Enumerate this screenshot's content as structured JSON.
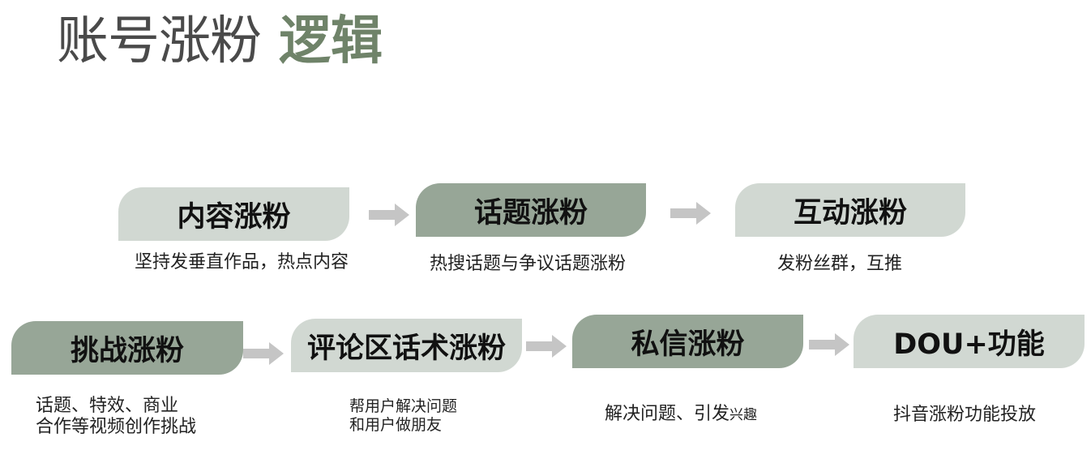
{
  "title": {
    "part1": "账号涨粉",
    "part2": "逻辑"
  },
  "row1": [
    {
      "label": "内容涨粉",
      "desc": "坚持发垂直作品，热点内容"
    },
    {
      "label": "话题涨粉",
      "desc": "热搜话题与争议话题涨粉"
    },
    {
      "label": "互动涨粉",
      "desc": "发粉丝群，互推"
    }
  ],
  "row2": [
    {
      "label": "挑战涨粉",
      "desc_line1": "话题、特效、商业",
      "desc_line2": "合作等视频创作挑战"
    },
    {
      "label": "评论区话术涨粉",
      "desc_line1": "帮用户解决问题",
      "desc_line2": "和用户做朋友"
    },
    {
      "label": "私信涨粉",
      "desc_main": "解决问题、引发",
      "desc_tail": "兴趣"
    },
    {
      "label": "DOU+功能",
      "desc": "抖音涨粉功能投放"
    }
  ],
  "colors": {
    "light_box": "#d1d8d2",
    "dark_box": "#97a697",
    "arrow": "#c5c5c5",
    "accent_title": "#6f8369"
  },
  "icons": [
    "arrow-right-icon"
  ]
}
